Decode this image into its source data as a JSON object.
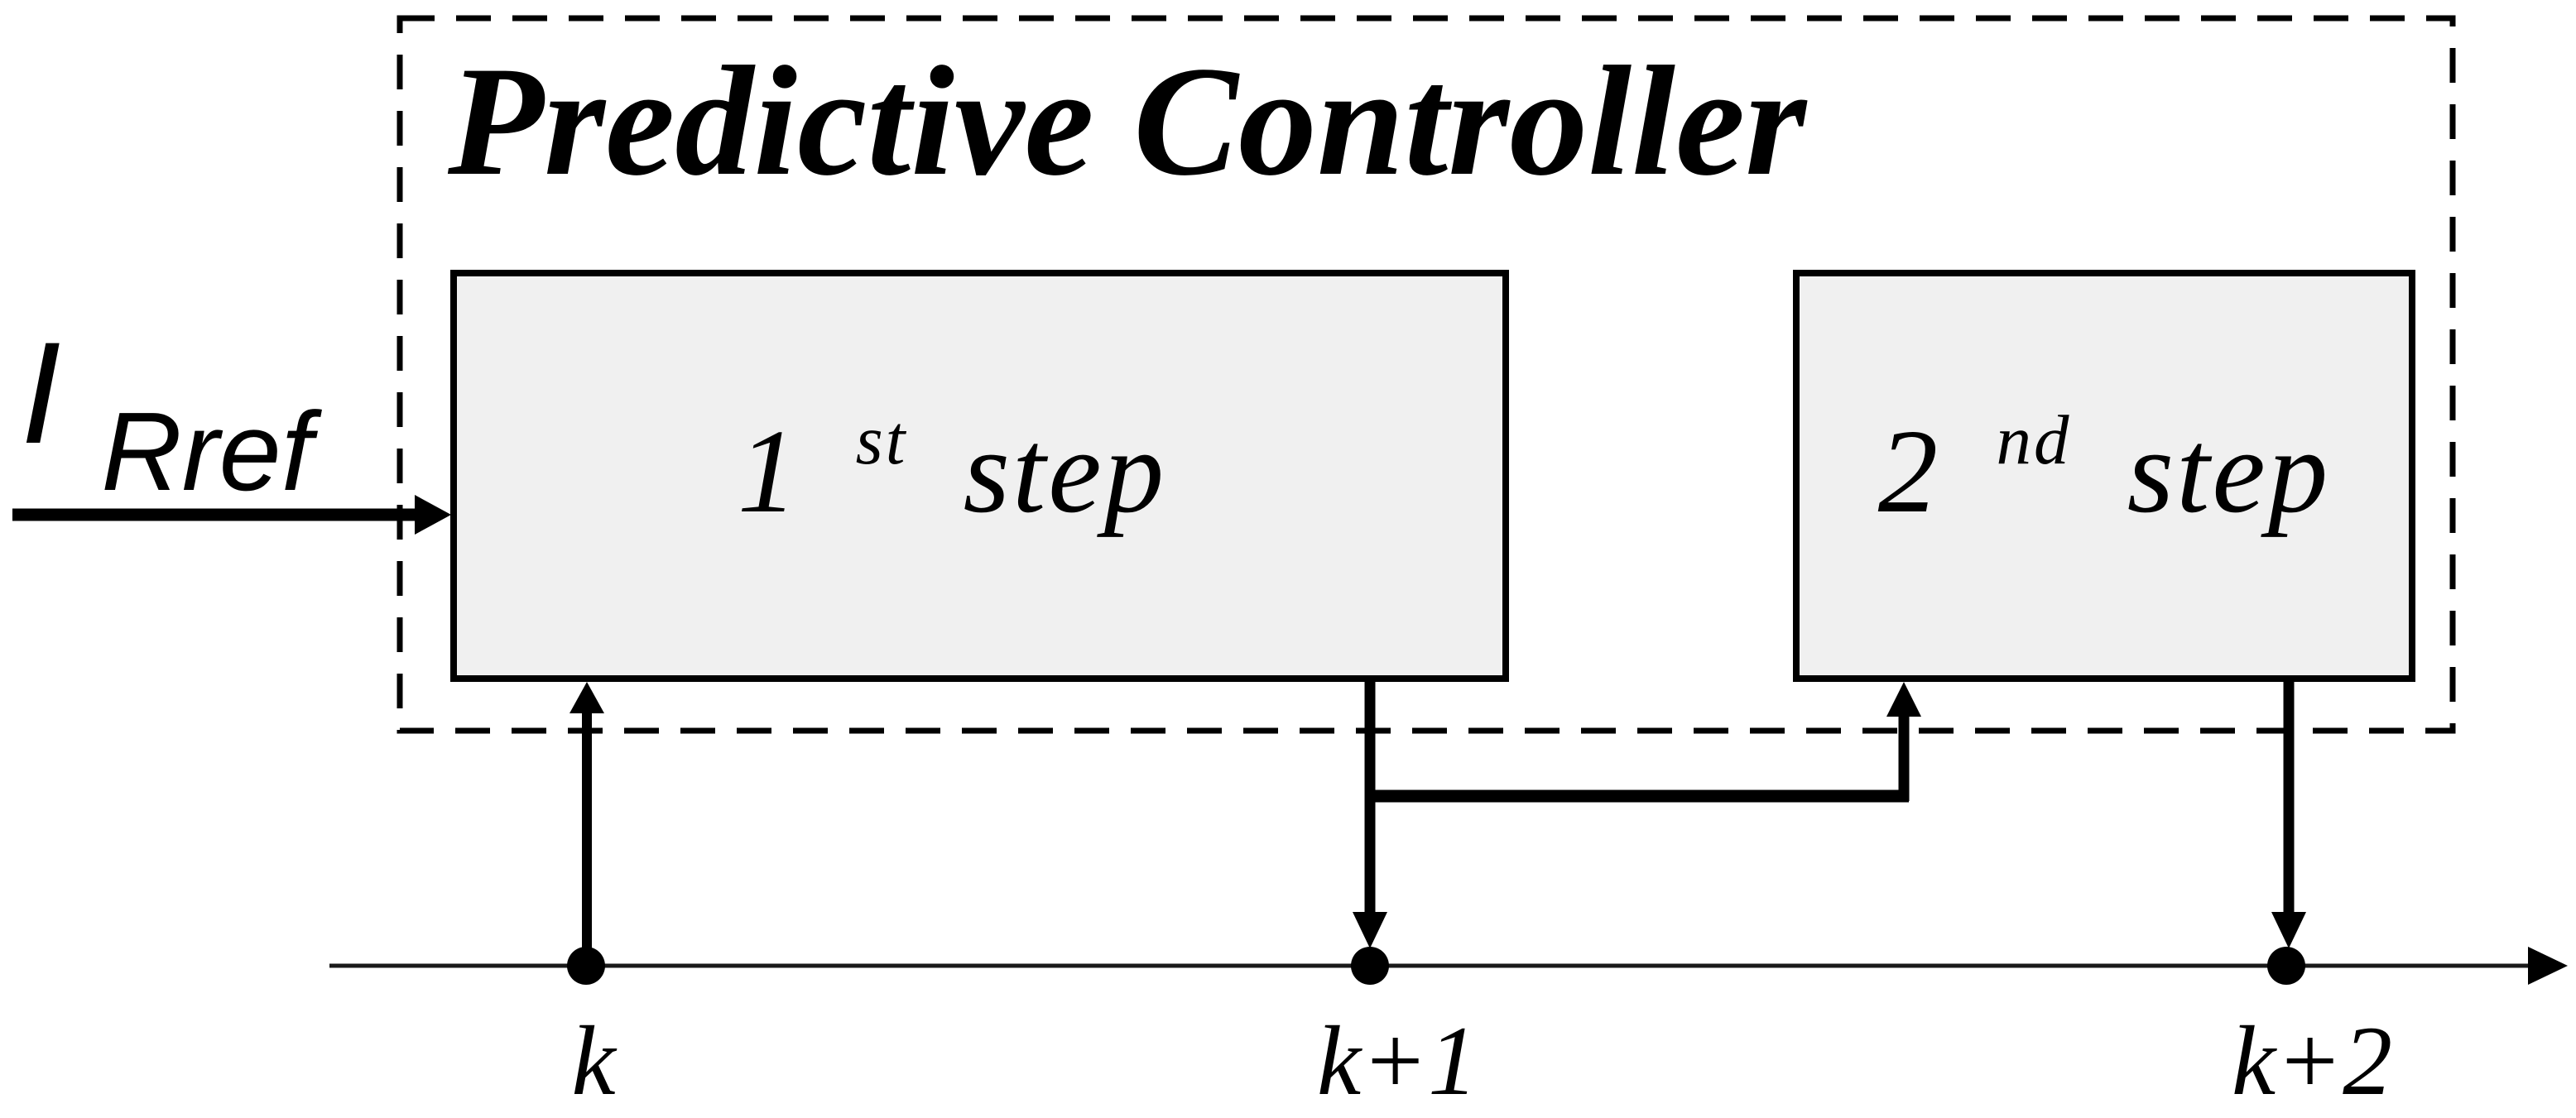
{
  "diagram": {
    "title": "Predictive Controller",
    "input_signal": {
      "base": "I",
      "subscript": "Rref"
    },
    "steps": [
      {
        "number": "1",
        "ordinal": "st",
        "label": " step"
      },
      {
        "number": "2",
        "ordinal": "nd",
        "label": " step"
      }
    ],
    "timeline": {
      "ticks": [
        {
          "label": "k"
        },
        {
          "label": "k+1"
        },
        {
          "label": "k+2"
        }
      ]
    },
    "colors": {
      "background": "#ffffff",
      "box_fill": "#f0f0f0",
      "stroke": "#000000",
      "timeline_line": "#1a1a1a"
    }
  }
}
